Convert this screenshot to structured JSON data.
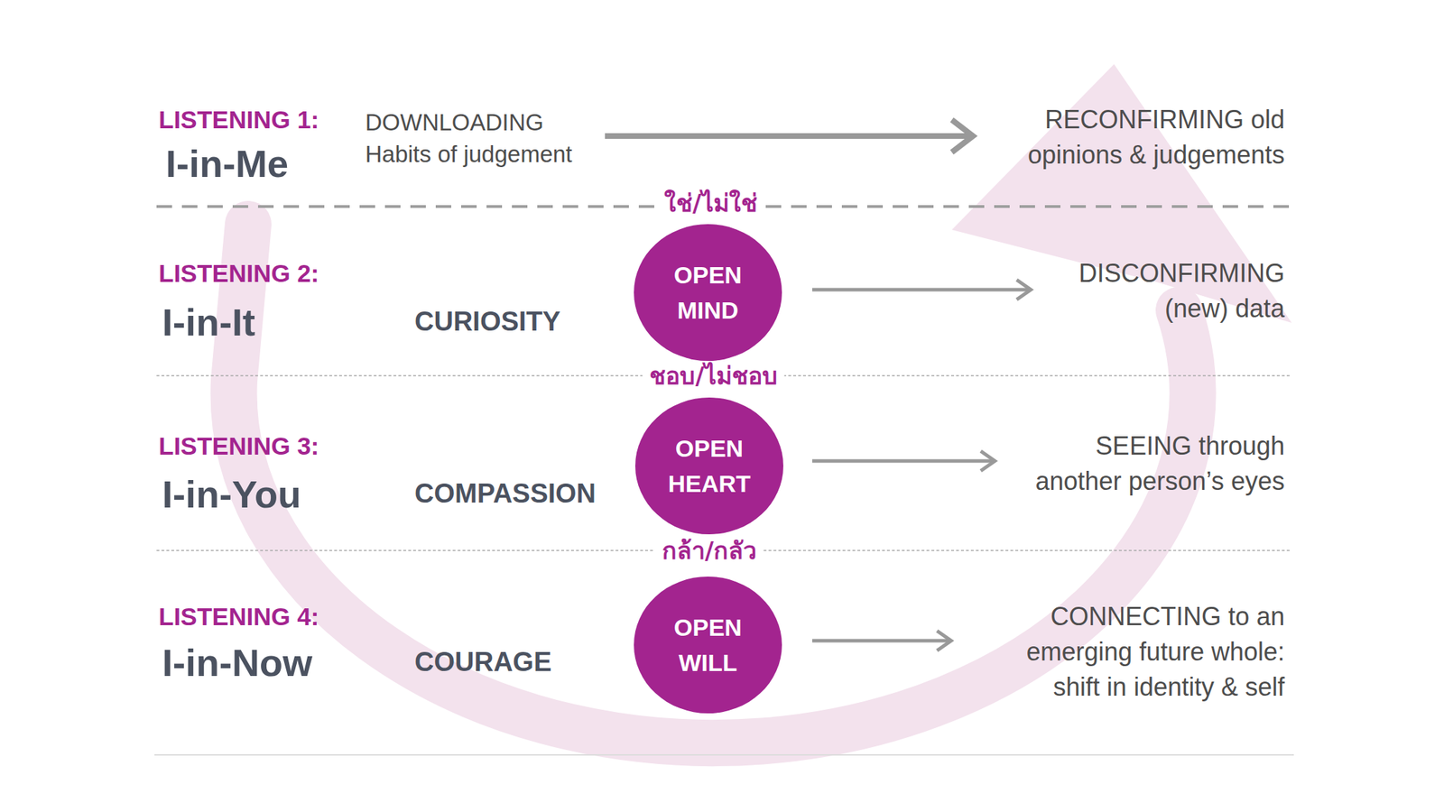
{
  "diagram": {
    "nodes": [
      {
        "text": [
          "OPEN MIND"
        ]
      },
      {
        "text": [
          "OPEN HEART"
        ]
      },
      {
        "text": [
          "OPEN WILL"
        ]
      }
    ],
    "labels": [
      "LISTENING 1:",
      "I-in-Me",
      "DOWNLOADING",
      "Habits of judgement",
      "RECONFIRMING old opinions & judgements",
      "ใช่/ไม่ใช่",
      "LISTENING 2:",
      "I-in-It",
      "CURIOSITY",
      "DISCONFIRMING (new) data",
      "ชอบ/ไม่ชอบ",
      "LISTENING 3:",
      "I-in-You",
      "COMPASSION",
      "SEEING through another person’s eyes",
      "กล้า/กลัว",
      "LISTENING 4:",
      "I-in-Now",
      "COURAGE",
      "CONNECTING to an emerging future whole: shift in identity & self"
    ]
  }
}
